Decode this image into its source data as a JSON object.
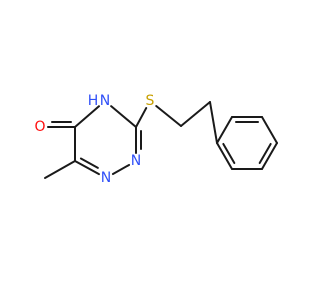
{
  "molecule": {
    "atoms": [
      {
        "id": "O",
        "label": "O",
        "color": "#ff0d0d"
      },
      {
        "id": "N4",
        "label": "N",
        "color": "#3050f8"
      },
      {
        "id": "H4",
        "label": "H",
        "color": "#3050f8"
      },
      {
        "id": "S",
        "label": "S",
        "color": "#c8a000"
      },
      {
        "id": "N2",
        "label": "N",
        "color": "#3050f8"
      },
      {
        "id": "N1",
        "label": "N",
        "color": "#3050f8"
      }
    ],
    "bond_color": "#1a1a1a"
  }
}
